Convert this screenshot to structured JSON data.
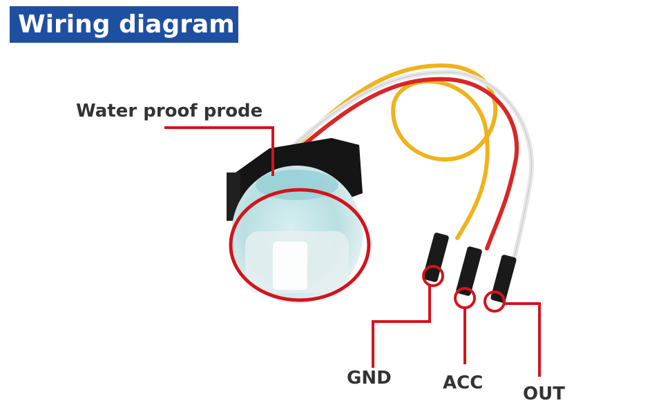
{
  "title": "Wiring diagram",
  "labels": {
    "probe": "Water proof  prode",
    "gnd": "GND",
    "acc": "ACC",
    "out": "OUT"
  },
  "colors": {
    "title_bg": "#1f4fa0",
    "callout": "#d3141b",
    "wire_yellow": "#f0b21c",
    "wire_red": "#d92626",
    "wire_white": "#eeeeee"
  }
}
